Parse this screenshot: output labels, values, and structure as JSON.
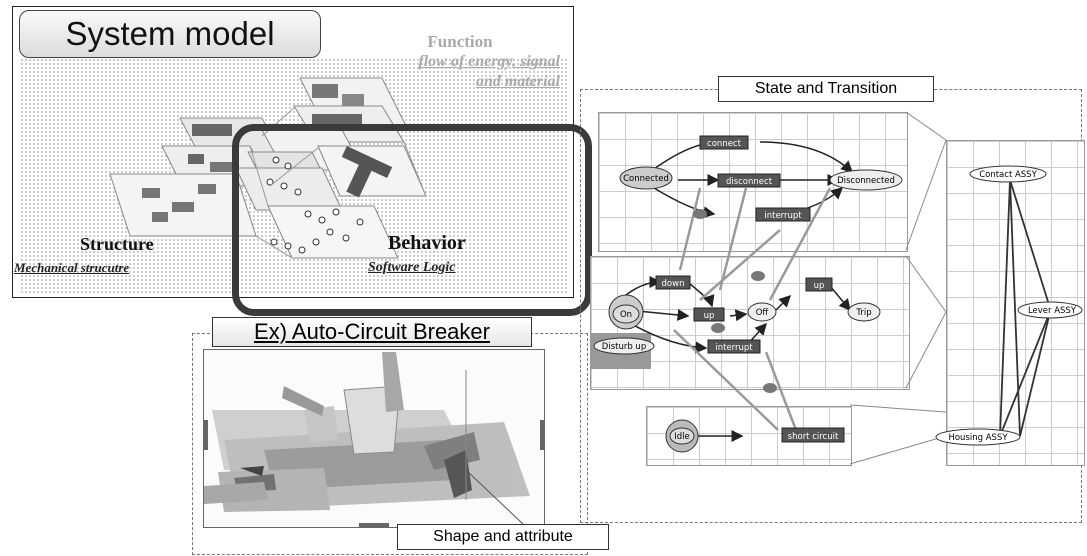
{
  "system_model": {
    "title": "System model",
    "function_title": "Function",
    "function_subtitle_line1": "flow of energy, signal",
    "function_subtitle_line2": "and material",
    "structure_title": "Structure",
    "structure_subtitle": "Mechanical strucutre",
    "behavior_title": "Behavior",
    "behavior_subtitle": "Software Logic"
  },
  "state_transition": {
    "title": "State and Transition",
    "states": [
      "Connected",
      "Disconnected",
      "On",
      "Off",
      "Trip",
      "Idle"
    ],
    "transitions": [
      "connect",
      "disconnect",
      "interrupt",
      "down",
      "up",
      "up",
      "interrupt",
      "short circuit"
    ],
    "labels": [
      "Disturb up"
    ],
    "assemblies": [
      "Contact ASSY",
      "Lever ASSY",
      "Housing ASSY"
    ]
  },
  "example": {
    "title": "Ex) Auto-Circuit Breaker",
    "shape_label": "Shape and attribute"
  }
}
